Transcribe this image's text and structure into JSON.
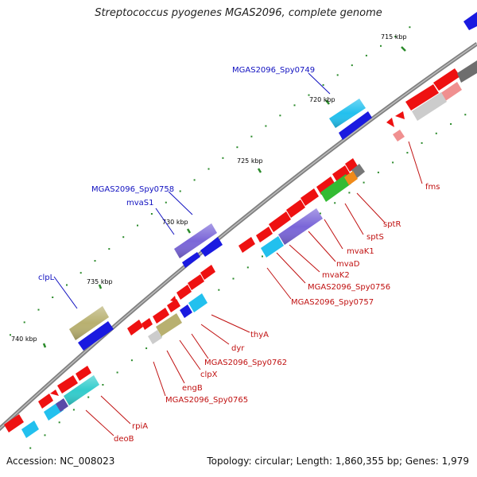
{
  "header": {
    "title": "Streptococcus pyogenes MGAS2096, complete genome"
  },
  "footer": {
    "accession": "Accession: NC_008023",
    "summary": "Topology: circular; Length: 1,860,355 bp; Genes: 1,979"
  },
  "ticks": {
    "t715": "715 kbp",
    "t720": "720 kbp",
    "t725": "725 kbp",
    "t730": "730 kbp",
    "t735": "735 kbp",
    "t740": "740 kbp"
  },
  "gene_labels": {
    "spy0749": "MGAS2096_Spy0749",
    "spy0758": "MGAS2096_Spy0758",
    "mvaS1": "mvaS1",
    "clpL": "clpL",
    "fms": "fms",
    "sptR": "sptR",
    "sptS": "sptS",
    "mvaK1": "mvaK1",
    "mvaD": "mvaD",
    "mvaK2": "mvaK2",
    "spy0756": "MGAS2096_Spy0756",
    "spy0757": "MGAS2096_Spy0757",
    "thyA": "thyA",
    "dyr": "dyr",
    "spy0762": "MGAS2096_Spy0762",
    "clpX": "clpX",
    "engB": "engB",
    "spy0765": "MGAS2096_Spy0765",
    "rpiA": "rpiA",
    "deoB": "deoB"
  },
  "colors": {
    "backbone": "#808080",
    "forward_label": "#1010c0",
    "reverse_label": "#c01010",
    "tick": "#2a8a2a",
    "gene_red": "#ee1111",
    "gene_blue": "#1a1ae0",
    "gene_cyan": "#22c0ee",
    "gene_purple": "#7a66d8",
    "gene_olive": "#b8b070",
    "gene_green": "#33bb33",
    "gene_orange": "#f08a1a",
    "gene_gray": "#888888",
    "gene_teal": "#33cccc"
  }
}
